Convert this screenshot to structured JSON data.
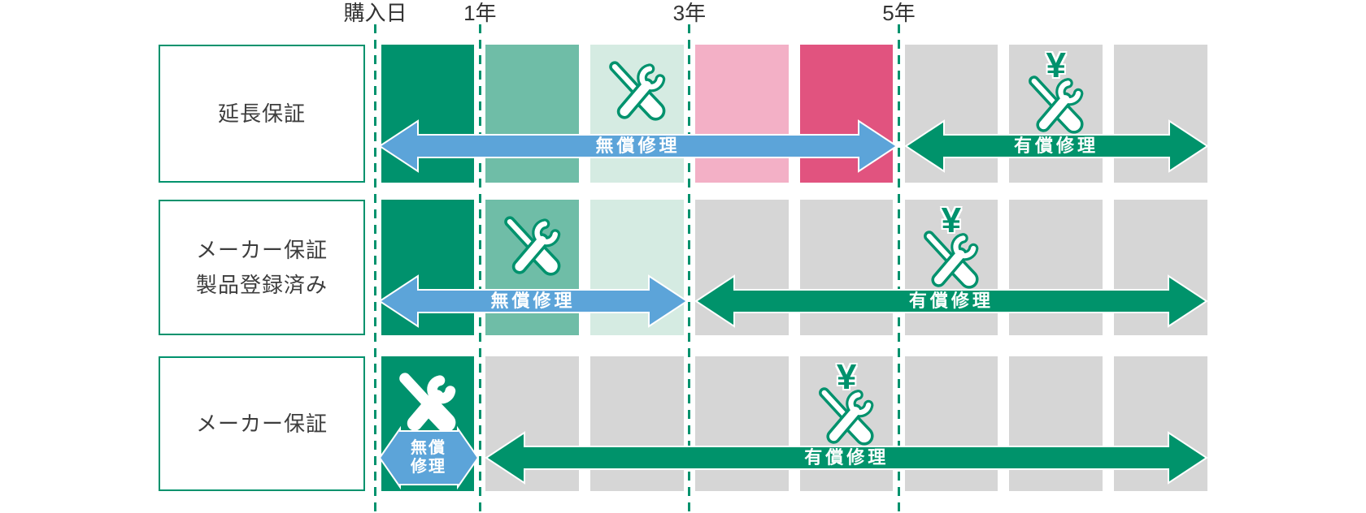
{
  "timeline": {
    "labels": [
      {
        "key": "purchase-date",
        "text": "購入日",
        "year": 0
      },
      {
        "key": "year-1",
        "text": "1年",
        "year": 1
      },
      {
        "key": "year-3",
        "text": "3年",
        "year": 3
      },
      {
        "key": "year-5",
        "text": "5年",
        "year": 5
      }
    ],
    "dashed_line_years": [
      0,
      1,
      3,
      5
    ],
    "total_years_shown": 8
  },
  "rows": [
    {
      "name": "extended-warranty",
      "label_lines": [
        "延長保証"
      ],
      "block_colors": [
        "darkGreen",
        "midGreen",
        "lightGreen",
        "pink",
        "darkPink",
        "gray",
        "gray",
        "gray"
      ],
      "free_arrow": {
        "label": "無償修理",
        "from_year": 0,
        "to_year": 5,
        "style": "blue"
      },
      "paid_arrow": {
        "label": "有償修理",
        "from_year": 5,
        "to_year": 7.95,
        "style": "green"
      },
      "free_icon_year": 2.5,
      "paid_icon_year": 6.5,
      "free_icon_style": "outline"
    },
    {
      "name": "maker-warranty-registered",
      "label_lines": [
        "メーカー保証",
        "製品登録済み"
      ],
      "block_colors": [
        "darkGreen",
        "midGreen",
        "lightGreen",
        "gray",
        "gray",
        "gray",
        "gray",
        "gray"
      ],
      "free_arrow": {
        "label": "無償修理",
        "from_year": 0,
        "to_year": 3,
        "style": "blue"
      },
      "paid_arrow": {
        "label": "有償修理",
        "from_year": 3,
        "to_year": 7.95,
        "style": "green"
      },
      "free_icon_year": 1.5,
      "paid_icon_year": 5.5,
      "free_icon_style": "outline"
    },
    {
      "name": "maker-warranty",
      "label_lines": [
        "メーカー保証"
      ],
      "block_colors": [
        "darkGreen",
        "gray",
        "gray",
        "gray",
        "gray",
        "gray",
        "gray",
        "gray"
      ],
      "free_arrow": {
        "label_lines": [
          "無償",
          "修理"
        ],
        "from_year": 0,
        "to_year": 1,
        "style": "blue",
        "two_line": true
      },
      "paid_arrow": {
        "label": "有償修理",
        "from_year": 1,
        "to_year": 7.95,
        "style": "green"
      },
      "free_icon_year": 0.5,
      "paid_icon_year": 4.5,
      "free_icon_style": "white"
    }
  ],
  "icons": {
    "free_repair": "crossed-screwdriver-wrench",
    "paid_repair": "crossed-screwdriver-wrench-with-yen",
    "yen_symbol": "¥"
  },
  "colors": {
    "darkGreen": "#00926d",
    "midGreen": "#6fbda7",
    "lightGreen": "#d5ebe2",
    "pink": "#f3b0c6",
    "darkPink": "#e1537f",
    "gray": "#d6d6d6",
    "blue": "#5ca4d9",
    "arrowGreen": "#00936b",
    "outlineGreen": "#00926d",
    "axisText": "#333333",
    "labelText": "#3d3d3d"
  }
}
